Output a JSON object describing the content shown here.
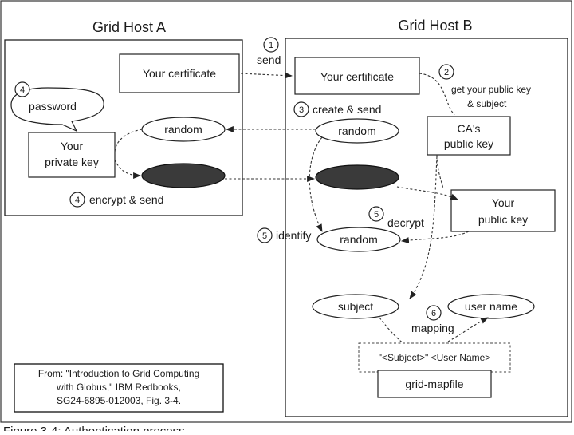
{
  "hosts": {
    "a_title": "Grid Host A",
    "b_title": "Grid Host B"
  },
  "host_a": {
    "certificate": "Your certificate",
    "password": "password",
    "private_key_line1": "Your",
    "private_key_line2": "private key",
    "random": "random"
  },
  "host_b": {
    "certificate": "Your certificate",
    "random_top": "random",
    "ca_line1": "CA's",
    "ca_line2": "public key",
    "public_key_line1": "Your",
    "public_key_line2": "public key",
    "random_bottom": "random",
    "subject": "subject",
    "user_name": "user name",
    "mapfile_header": "\"<Subject>\"   <User Name>",
    "mapfile_label": "grid-mapfile"
  },
  "steps": {
    "s1_num": "1",
    "s1_label": "send",
    "s2_num": "2",
    "s2_label_line1": "get your public key",
    "s2_label_line2": "& subject",
    "s3_num": "3",
    "s3_label": "create & send",
    "s4a_num": "4",
    "s4b_num": "4",
    "s4b_label": "encrypt & send",
    "s5a_num": "5",
    "s5a_label": "decrypt",
    "s5b_num": "5",
    "s5b_label": "identify",
    "s6_num": "6",
    "s6_label": "mapping"
  },
  "citation": {
    "line1": "From: \"Introduction to Grid Computing",
    "line2": "with Globus,\" IBM Redbooks,",
    "line3": "SG24-6895-012003, Fig. 3-4."
  },
  "caption_fragment": "Figure 3-4: Authentication process"
}
